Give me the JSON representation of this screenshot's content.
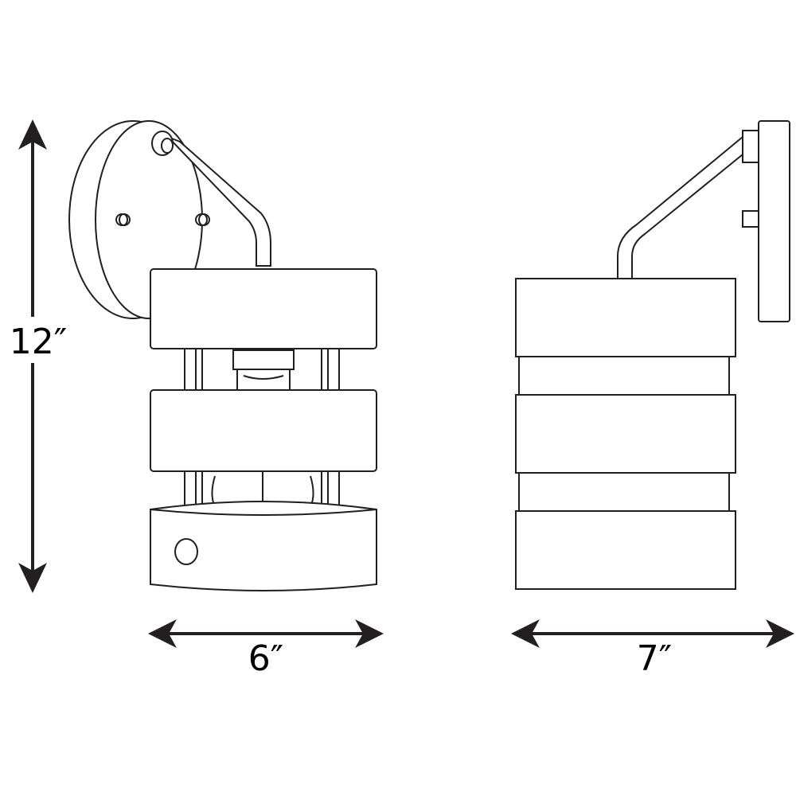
{
  "diagram": {
    "line_color": "#231f20",
    "fill_color": "#ffffff",
    "dimensions": {
      "height": "12″",
      "front_width": "6″",
      "side_width": "7″"
    }
  }
}
